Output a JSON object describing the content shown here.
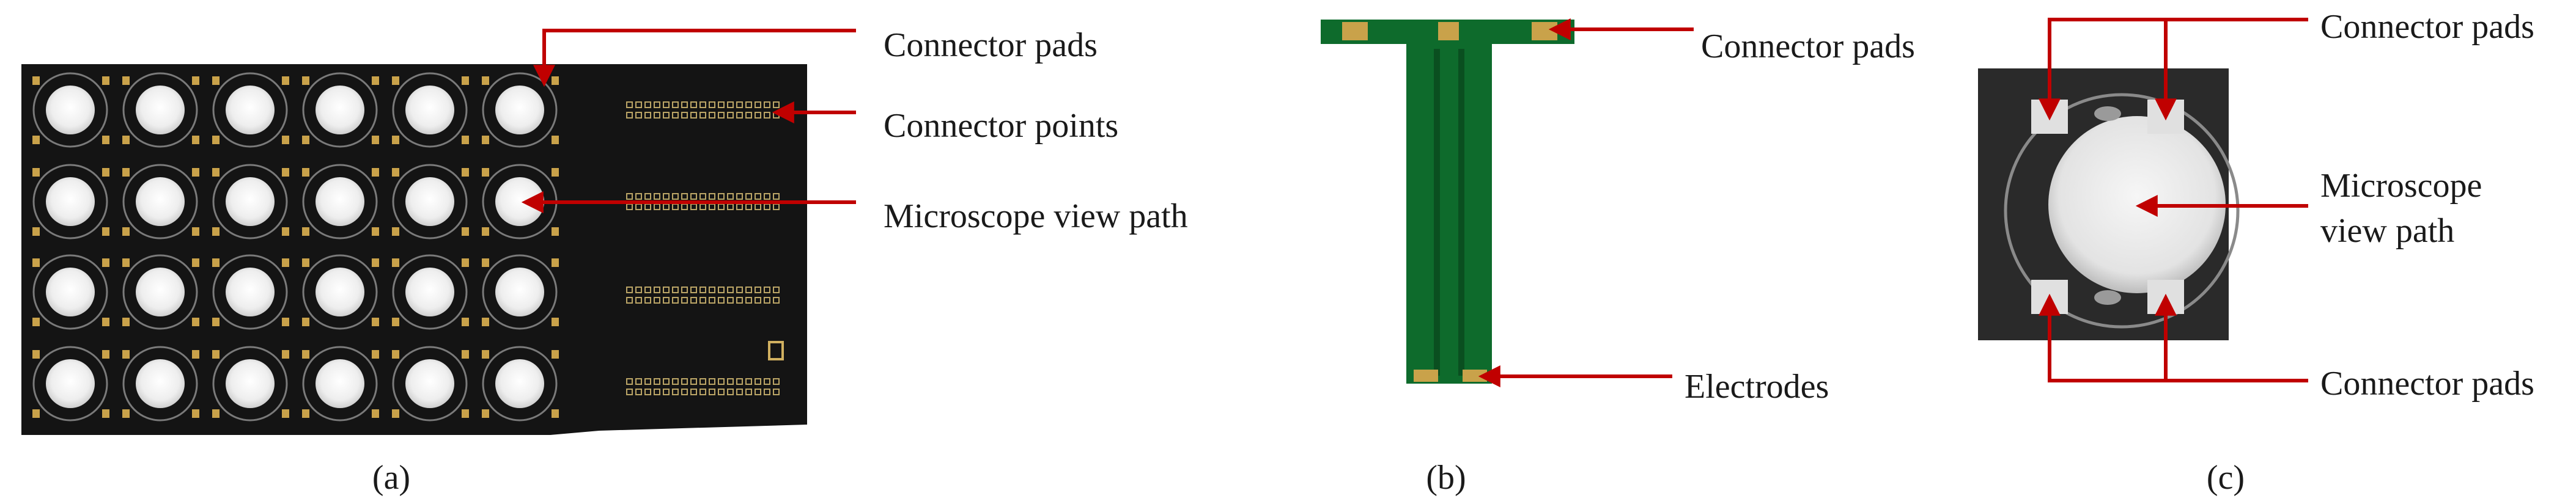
{
  "panels": {
    "a": {
      "caption": "(a)",
      "labels": {
        "connector_pads": "Connector pads",
        "connector_points": "Connector points",
        "microscope_view_path": "Microscope view path"
      }
    },
    "b": {
      "caption": "(b)",
      "labels": {
        "connector_pads": "Connector pads",
        "electrodes": "Electrodes"
      }
    },
    "c": {
      "caption": "(c)",
      "labels": {
        "connector_pads_top": "Connector pads",
        "microscope_line1": "Microscope",
        "microscope_line2": "view path",
        "connector_pads_bottom": "Connector pads"
      }
    }
  },
  "colors": {
    "annotation_red": "#c00000",
    "board_black": "#141414",
    "pcb_green": "#0e6b2c",
    "pad_gold": "#c9a24a"
  }
}
